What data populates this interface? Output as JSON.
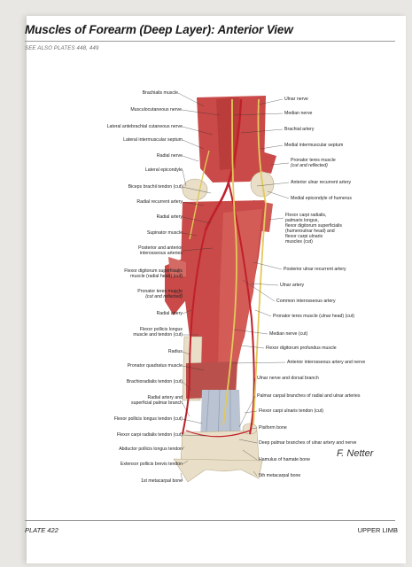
{
  "header": {
    "title": "Muscles of Forearm (Deep Layer): Anterior View",
    "see_also": "SEE ALSO PLATES 448, 449"
  },
  "footer": {
    "plate": "PLATE 422",
    "section": "UPPER LIMB"
  },
  "signature": "F. Netter",
  "colors": {
    "muscle": "#c94a48",
    "tendon": "#b9c3d2",
    "bone": "#e9dfc8",
    "artery": "#c0202a",
    "nerve": "#e2c95a"
  },
  "labels_left": [
    "Brachialis muscle",
    "Musculocutaneous nerve",
    "Lateral antebrachial cutaneous nerve",
    "Lateral intermuscular septum",
    "Radial nerve",
    "Lateral epicondyle",
    "Biceps brachii tendon (cut)",
    "Radial recurrent artery",
    "Radial artery",
    "Supinator muscle",
    "Posterior and anterior",
    "interosseous arteries",
    "Flexor digitorum superficialis",
    "muscle (radial head) (cut)",
    "Pronator teres muscle",
    "(cut and reflected)",
    "Radial artery",
    "Flexor pollicis longus",
    "muscle and tendon (cut)",
    "Radius",
    "Pronator quadratus muscle",
    "Brachioradialis tendon (cut)",
    "Radial artery and",
    "superficial palmar branch",
    "Flexor pollicis longus tendon (cut)",
    "Flexor carpi radialis tendon (cut)",
    "Abductor pollicis longus tendon",
    "Extensor pollicis brevis tendon",
    "1st metacarpal bone"
  ],
  "labels_right": [
    "Ulnar nerve",
    "Median nerve",
    "Brachial artery",
    "Medial intermuscular septum",
    "Pronator teres muscle",
    "(cut and reflected)",
    "Anterior ulnar recurrent artery",
    "Medial epicondyle of humerus",
    "Flexor carpi radialis,",
    "palmaris longus,",
    "flexor digitorum superficialis",
    "(humeroulnar head) and",
    "flexor carpi ulnaris",
    "muscles (cut)",
    "Posterior ulnar recurrent artery",
    "Ulnar artery",
    "Common interosseous artery",
    "Pronator teres muscle (ulnar head) (cut)",
    "Median nerve (cut)",
    "Flexor digitorum profundus muscle",
    "Anterior interosseous artery and nerve",
    "Ulnar nerve and dorsal branch",
    "Palmar carpal branches of radial and ulnar arteries",
    "Flexor carpi ulnaris tendon (cut)",
    "Pisiform bone",
    "Deep palmar branches of ulnar artery and nerve",
    "Hamulus of hamate bone",
    "5th metacarpal bone"
  ]
}
